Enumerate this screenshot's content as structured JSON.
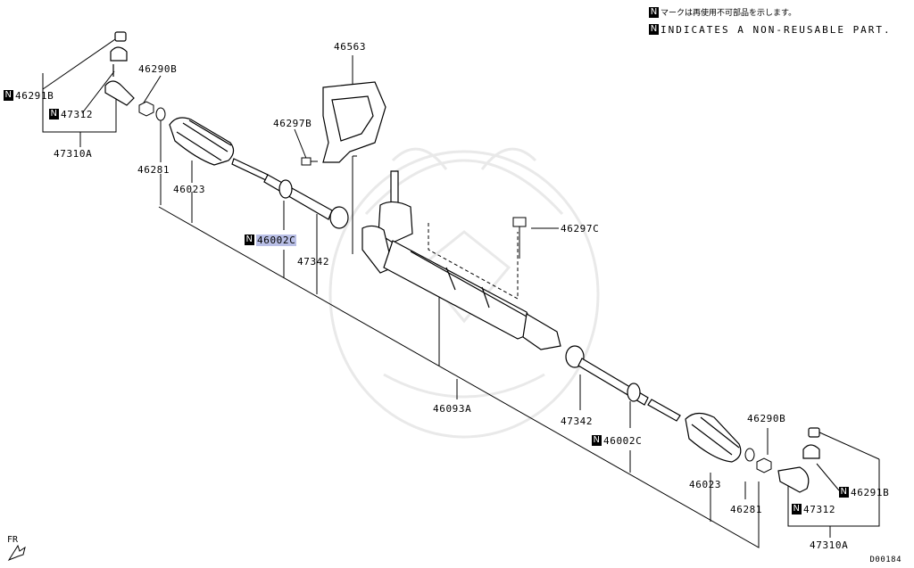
{
  "legend": {
    "n_mark": "N",
    "japanese": "マークは再使用不可部品を示します。",
    "english": "INDICATES A NON-REUSABLE PART."
  },
  "parts": {
    "p46563": "46563",
    "p46297B": "46297B",
    "p46297C": "46297C",
    "p46290B_left": "46290B",
    "p46291B_left": "46291B",
    "p47312_left": "47312",
    "p47310A_left": "47310A",
    "p46281_left": "46281",
    "p46023_left": "46023",
    "p46002C_left": "46002C",
    "p47342_left": "47342",
    "p46093A": "46093A",
    "p47342_right": "47342",
    "p46002C_right": "46002C",
    "p46290B_right": "46290B",
    "p46023_right": "46023",
    "p46281_right": "46281",
    "p46291B_right": "46291B",
    "p47312_right": "47312",
    "p47310A_right": "47310A"
  },
  "orientation": "FR",
  "diagram_code": "D00184",
  "colors": {
    "highlight": "#b9bfe6",
    "line": "#000000",
    "watermark": "#e6e6e6"
  }
}
